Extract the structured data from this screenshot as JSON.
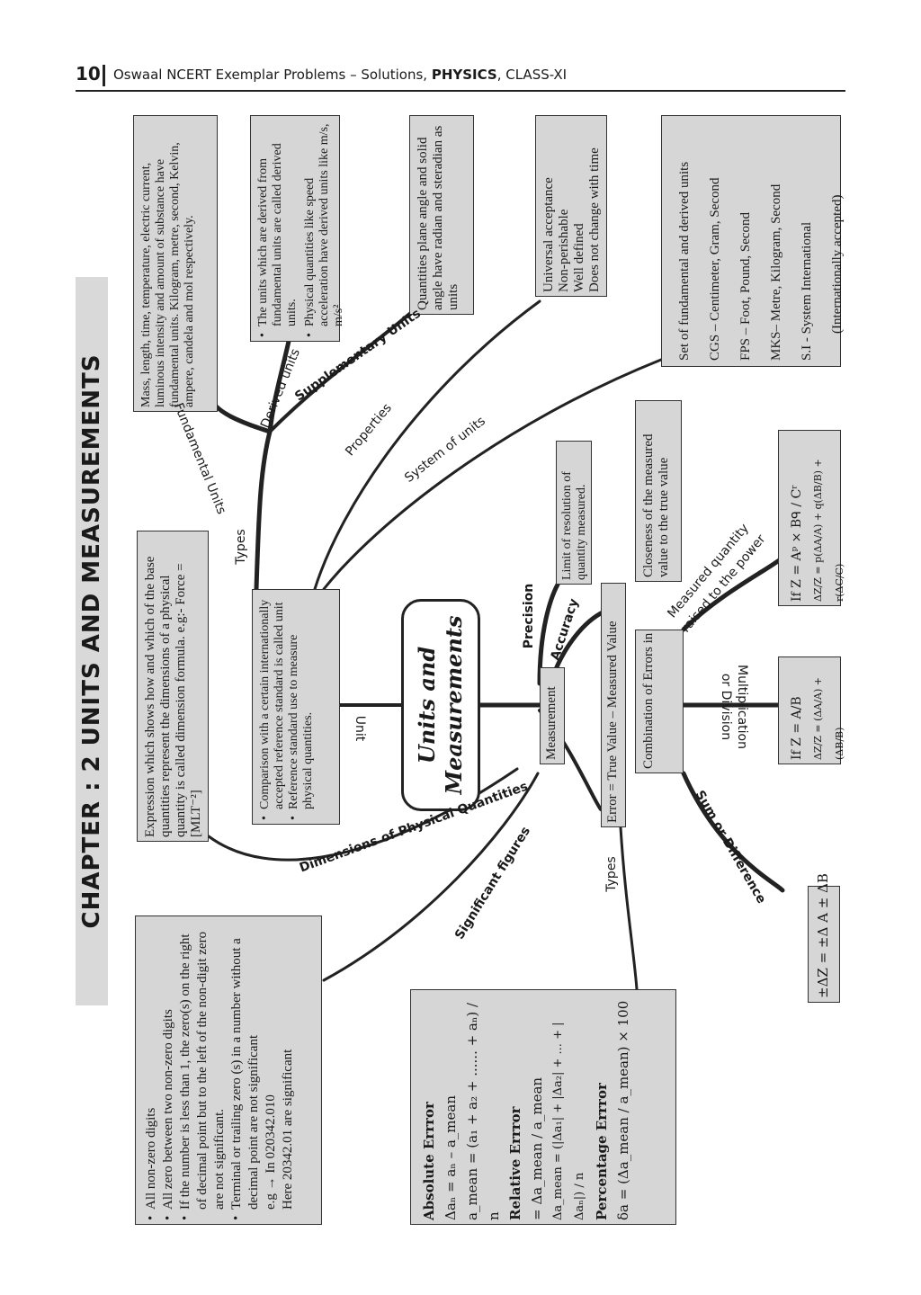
{
  "header": {
    "page_number": "10",
    "title_prefix": "Oswaal NCERT Exemplar Problems – Solutions, ",
    "title_subject": "PHYSICS",
    "title_suffix": ", CLASS-XI"
  },
  "chapter_title": "CHAPTER : 2 UNITS AND MEASUREMENTS",
  "center": {
    "line1": "Units and",
    "line2": "Measurements"
  },
  "labels": {
    "fundamental_units": "Fundamental Units",
    "derived_units": "Derived units",
    "supplementary_units": "Supplementary Units",
    "properties": "Properties",
    "system_of_units": "System of units",
    "types_top": "Types",
    "unit": "Unit",
    "precision": "Precision",
    "accuracy": "Accuracy",
    "measurement": "Measurement",
    "dimensions": "Dimensions of Physical Quantities",
    "significant_figures": "Significant figures",
    "types_bottom": "Types",
    "sum_or_difference": "Sum or Difference",
    "mult_div_1": "Multiplication",
    "mult_div_2": "or Division",
    "power_1": "Measured quantity",
    "power_2": "raised to the power"
  },
  "boxes": {
    "fundamental": "Mass, length, time, temperature, electric current, luminous intensity and amount of substance have fundamental units. Kilogram, metre, second, Kelvin, ampere, candela and mol respectively.",
    "derived": [
      "The units which are derived from fundamental units are called derived units.",
      "Physical quantities like speed acceleration have derived units like m/s, m/s²"
    ],
    "supplementary": "Quantities plane angle and solid angle have radian and steradian as units",
    "properties": [
      "Universal acceptance",
      "Non-perishable",
      "Well defined",
      "Does not change with time"
    ],
    "system_of_units": [
      "Set of fundamental and derived units",
      "CGS – Centimeter, Gram, Second",
      "FPS – Foot, Pound, Second",
      "MKS– Metre, Kilogram, Second",
      "S.I - System International",
      "(Internationally accepted)"
    ],
    "dimensions": "Expression which shows how and which of the base quantities represent the dimensions of a physical quantity is called dimension formula. e.g:- Force = [MLT⁻²]",
    "unit": [
      "Comparison with a certain internationally accepted reference standard is called unit",
      "Reference standard use to measure physical quantities."
    ],
    "precision": "Limit of resolution of quantity measured.",
    "accuracy": "Closeness of the measured value to the true value",
    "error": "Error = True Value – Measured Value",
    "combination": "Combination of Errors in",
    "power_formula": [
      "If Z = Aᵖ × Bᑫ / Cʳ",
      "ΔZ/Z = p(ΔA/A) + q(ΔB/B) + r(ΔC/C)"
    ],
    "division_formula": [
      "If Z = A/B",
      "ΔZ/Z = (ΔA/A) + (ΔB/B)"
    ],
    "sum_formula": "±ΔZ = ±Δ A ± ΔB",
    "significant": [
      "All non-zero digits",
      "All zero between two non-zero digits",
      "If the number is less than 1, the zero(s) on the right of decimal point but to the left of the non-digit zero are not significant.",
      "Terminal or trailing zero (s) in a number without a decimal point are not significant",
      "e.g → In 020342.010",
      "Here 20342.01 are significant"
    ],
    "errors": {
      "absolute_heading": "Absolute Errror",
      "absolute_formula": "Δaₙ = aₙ – a_mean",
      "mean_formula": "a_mean = (a₁ + a₂ + ...... + aₙ) / n",
      "relative_heading": "Relative Errror",
      "relative_formula": "= Δa_mean / a_mean",
      "mean_abs_formula": "Δa_mean = (|Δa₁| + |Δa₂| + ... + |Δaₙ|) / n",
      "percentage_heading": "Percentage Errror",
      "percentage_formula": "δa = (Δa_mean / a_mean) × 100"
    }
  }
}
